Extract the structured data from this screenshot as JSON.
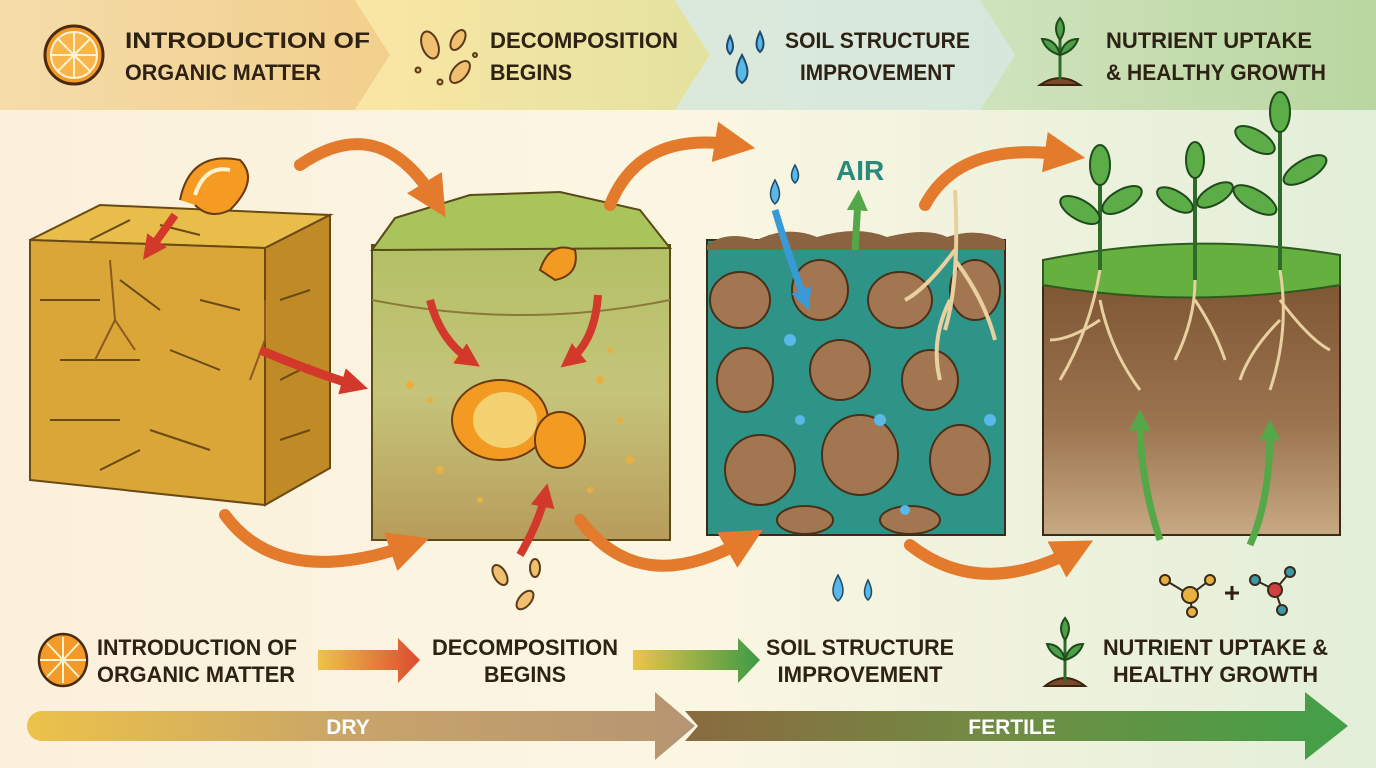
{
  "banner": {
    "steps": [
      {
        "line1": "INTRODUCTION OF",
        "line2": "ORGANIC MATTER",
        "icon": "orange-slice-icon"
      },
      {
        "line1": "DECOMPOSITION",
        "line2": "BEGINS",
        "icon": "bacteria-icon"
      },
      {
        "line1": "SOIL STRUCTURE",
        "line2": "IMPROVEMENT",
        "icon": "water-drops-icon"
      },
      {
        "line1": "NUTRIENT UPTAKE",
        "line2": "& HEALTHY GROWTH",
        "icon": "sprout-icon"
      }
    ]
  },
  "illustration": {
    "air_label": "AIR"
  },
  "legend": {
    "steps": [
      {
        "line1": "INTRODUCTION OF",
        "line2": "ORGANIC MATTER"
      },
      {
        "line1": "DECOMPOSITION",
        "line2": "BEGINS"
      },
      {
        "line1": "SOIL STRUCTURE",
        "line2": "IMPROVEMENT"
      },
      {
        "line1": "NUTRIENT UPTAKE &",
        "line2": "HEALTHY GROWTH"
      }
    ]
  },
  "progress_bar": {
    "start_label": "DRY",
    "end_label": "FERTILE"
  },
  "colors": {
    "arrow": "#e37a2c",
    "text": "#2e2214",
    "air": "#2a8a7a"
  }
}
